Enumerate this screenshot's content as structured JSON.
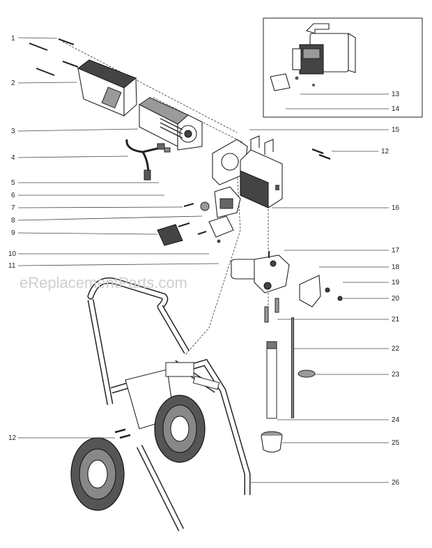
{
  "watermark": "eReplacementParts.com",
  "callouts": [
    {
      "id": "c1",
      "label": "1"
    },
    {
      "id": "c2",
      "label": "2"
    },
    {
      "id": "c3",
      "label": "3"
    },
    {
      "id": "c4",
      "label": "4"
    },
    {
      "id": "c5",
      "label": "5"
    },
    {
      "id": "c6",
      "label": "6"
    },
    {
      "id": "c7",
      "label": "7"
    },
    {
      "id": "c8",
      "label": "8"
    },
    {
      "id": "c9",
      "label": "9"
    },
    {
      "id": "c10",
      "label": "10"
    },
    {
      "id": "c11",
      "label": "11"
    },
    {
      "id": "c12a",
      "label": "12"
    },
    {
      "id": "c12b",
      "label": "12"
    },
    {
      "id": "c13",
      "label": "13"
    },
    {
      "id": "c14",
      "label": "14"
    },
    {
      "id": "c15",
      "label": "15"
    },
    {
      "id": "c16",
      "label": "16"
    },
    {
      "id": "c17",
      "label": "17"
    },
    {
      "id": "c18",
      "label": "18"
    },
    {
      "id": "c19",
      "label": "19"
    },
    {
      "id": "c20",
      "label": "20"
    },
    {
      "id": "c21",
      "label": "21"
    },
    {
      "id": "c22",
      "label": "22"
    },
    {
      "id": "c23",
      "label": "23"
    },
    {
      "id": "c24",
      "label": "24"
    },
    {
      "id": "c25",
      "label": "25"
    },
    {
      "id": "c26",
      "label": "26"
    }
  ]
}
